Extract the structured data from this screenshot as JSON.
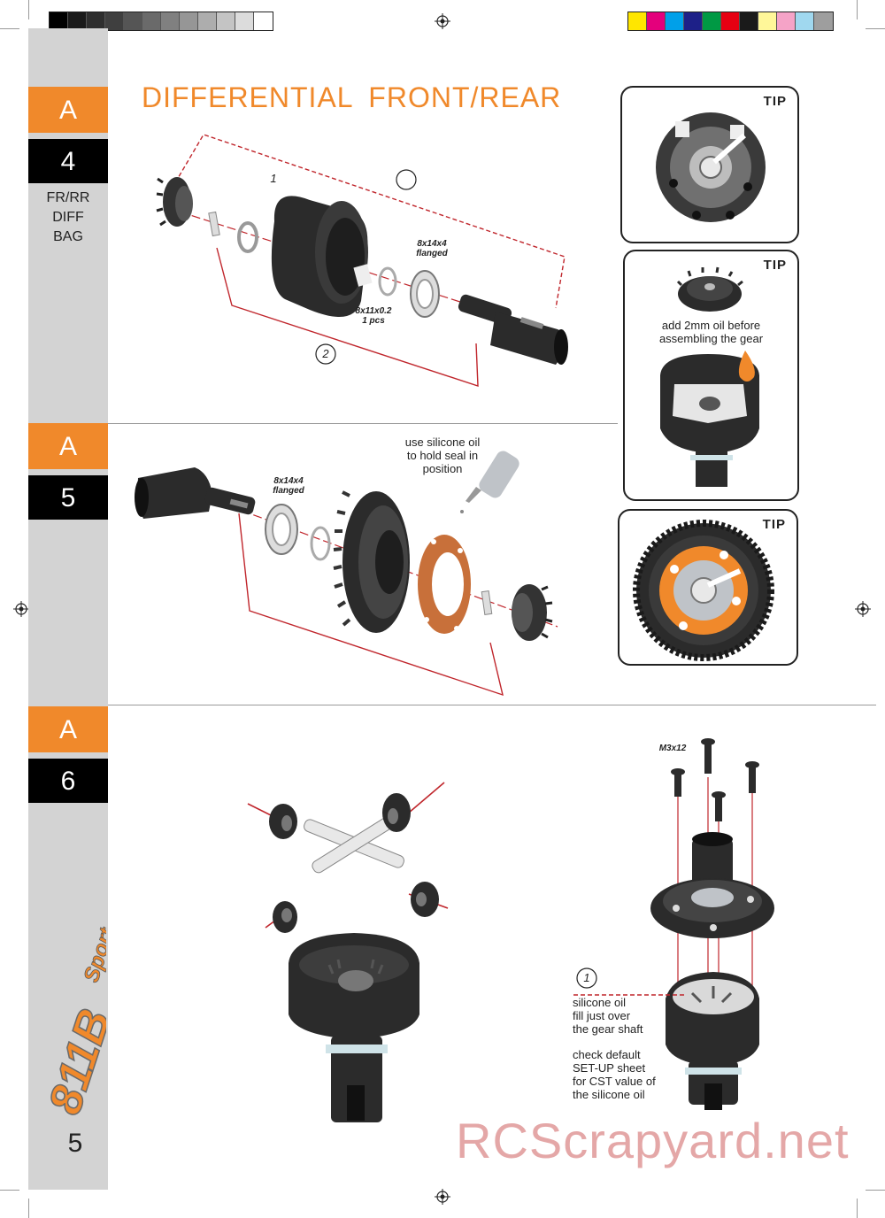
{
  "title": "DIFFERENTIAL  FRONT/REAR",
  "sidebar": {
    "steps": [
      {
        "letter": "A",
        "number": "4",
        "bag": [
          "FR/RR",
          "DIFF",
          "BAG"
        ]
      },
      {
        "letter": "A",
        "number": "5"
      },
      {
        "letter": "A",
        "number": "6"
      }
    ],
    "logo_text": "811B Sport",
    "page_number": "5"
  },
  "step4": {
    "callouts": [
      "1",
      "2"
    ],
    "bearing_spec": [
      "8x14x4",
      "flanged"
    ],
    "shim_spec": [
      "8x11x0.2",
      "1 pcs"
    ]
  },
  "step5": {
    "bearing_spec": [
      "8x14x4",
      "flanged"
    ],
    "oil_note": [
      "use silicone oil",
      "to hold seal in",
      "position"
    ]
  },
  "tips": [
    {
      "label": "TIP"
    },
    {
      "label": "TIP",
      "note": [
        "add 2mm oil before",
        "assembling the gear"
      ]
    },
    {
      "label": "TIP"
    }
  ],
  "step6": {
    "screw_spec": "M3x12",
    "callout": "1",
    "oil_note": [
      "silicone oil",
      "fill just over",
      "the gear shaft"
    ],
    "check_note": [
      "check default",
      "SET-UP sheet",
      "for CST value of",
      "the silicone oil"
    ]
  },
  "watermark": "RCScrapyard.net",
  "colors": {
    "accent": "#f0892b",
    "sidebar": "#d3d3d3",
    "part": "#2b2b2b",
    "guide": "#c0262c",
    "gasket": "#c8703a"
  },
  "calibration": {
    "gray": [
      "#000000",
      "#1a1a1a",
      "#2e2e2e",
      "#3f3f3f",
      "#555555",
      "#6a6a6a",
      "#808080",
      "#969696",
      "#adadad",
      "#c4c4c4",
      "#dcdcdc",
      "#ffffff"
    ],
    "color": [
      "#ffe600",
      "#e4007c",
      "#00a0e9",
      "#1d2088",
      "#009944",
      "#e60012",
      "#1a1a1a",
      "#fff799",
      "#f5a3c7",
      "#a0d8ef",
      "#9e9e9e"
    ]
  }
}
